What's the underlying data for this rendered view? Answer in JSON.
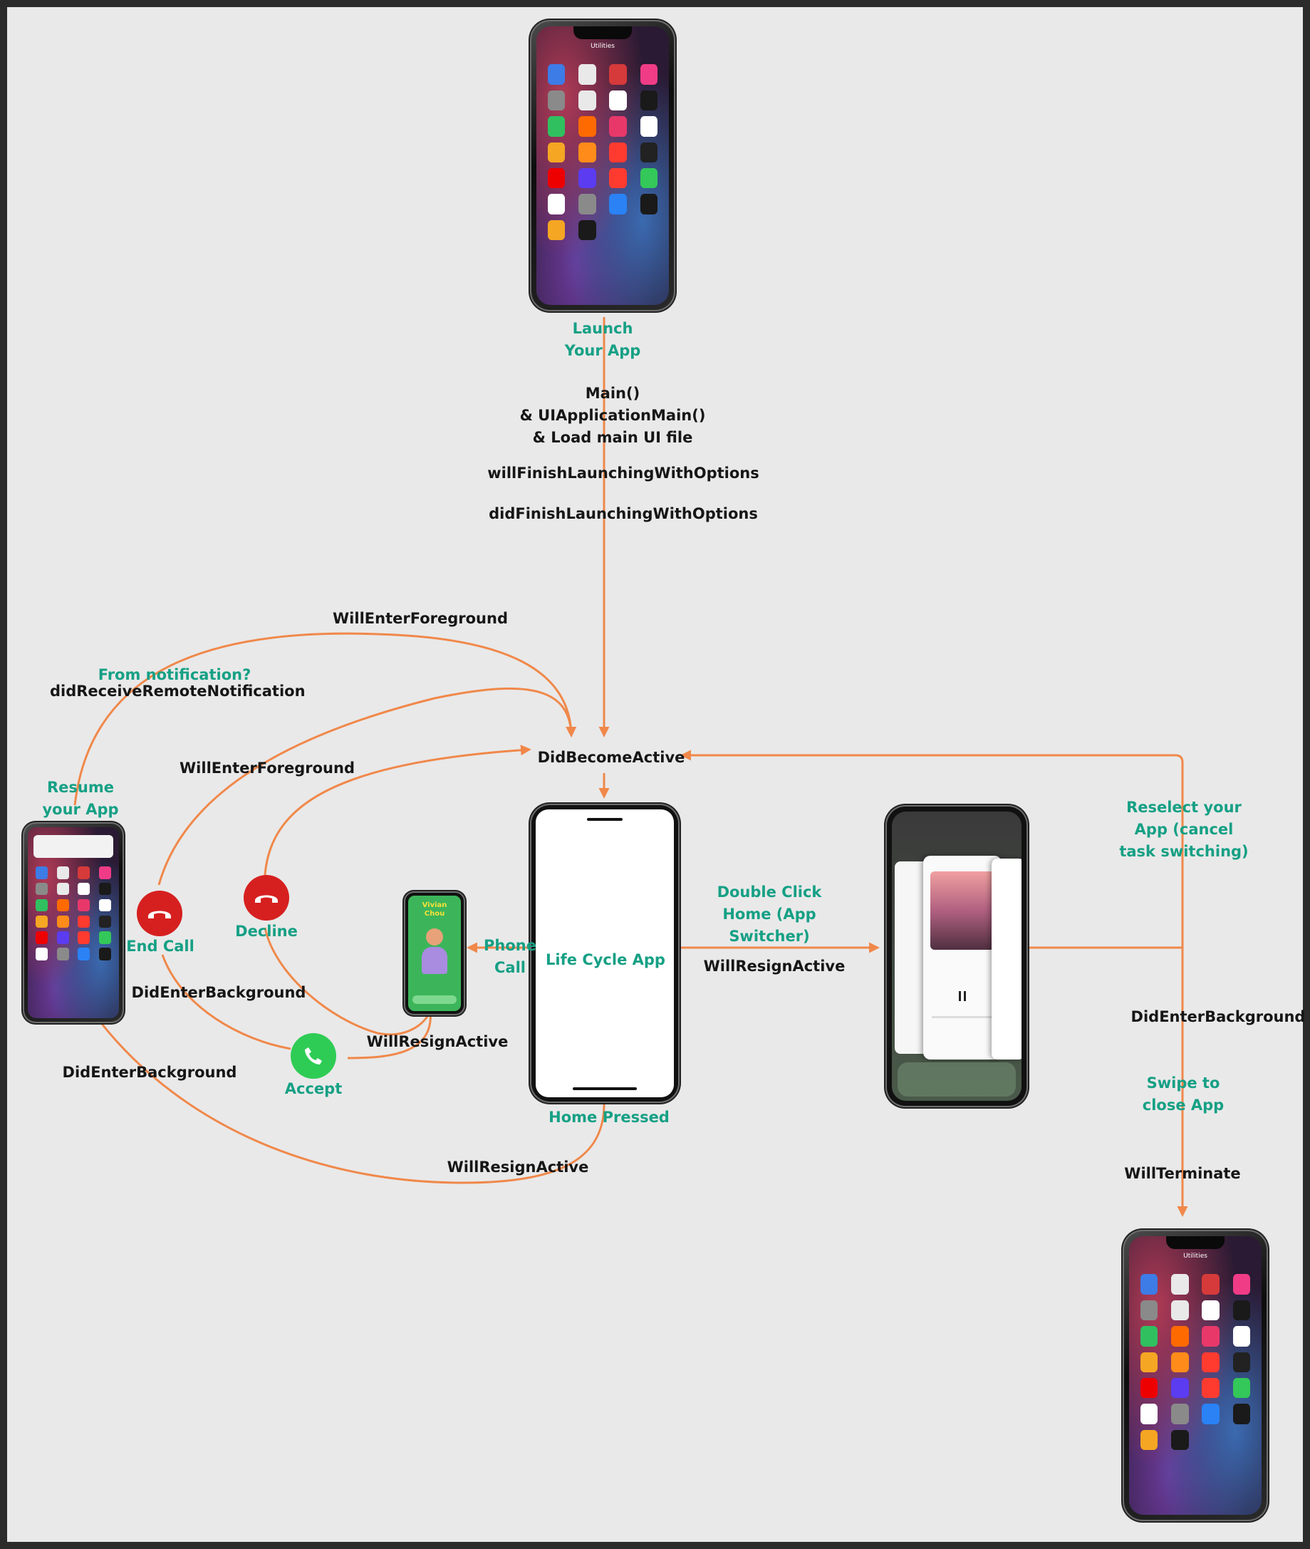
{
  "labels": {
    "launch_your_app": "Launch Your App",
    "main_call": "Main()",
    "uiapplicationmain": "& UIApplicationMain()",
    "load_main_ui": "& Load main UI file",
    "will_finish_launching": "willFinishLaunchingWithOptions",
    "did_finish_launching": "didFinishLaunchingWithOptions",
    "will_enter_foreground_top": "WillEnterForeground",
    "from_notification": "From notification?",
    "did_receive_remote_notification": "didReceiveRemoteNotification",
    "will_enter_foreground_mid": "WillEnterForeground",
    "did_become_active": "DidBecomeActive",
    "resume_your_app": "Resume your App",
    "reselect_your_app": "Reselect your App (cancel task switching)",
    "end_call": "End Call",
    "decline": "Decline",
    "phone_call": "Phone Call",
    "life_cycle_app": "Life Cycle App",
    "double_click_home": "Double Click Home (App Switcher)",
    "will_resign_active_switcher": "WillResignActive",
    "did_enter_background_call": "DidEnterBackground",
    "did_enter_background_right": "DidEnterBackground",
    "will_resign_active_call": "WillResignActive",
    "accept": "Accept",
    "did_enter_background_bottom": "DidEnterBackground",
    "home_pressed": "Home Pressed",
    "will_resign_active_home": "WillResignActive",
    "swipe_to_close": "Swipe to close App",
    "will_terminate": "WillTerminate"
  },
  "phone_screens": {
    "home_title": "Utilities",
    "caller_name": "Vivian Chou"
  },
  "colors": {
    "arrow": "#f0884a",
    "green_label": "#16a085",
    "decline_red": "#d62020",
    "accept_green": "#2ecc55",
    "background": "#e9e9e9"
  }
}
